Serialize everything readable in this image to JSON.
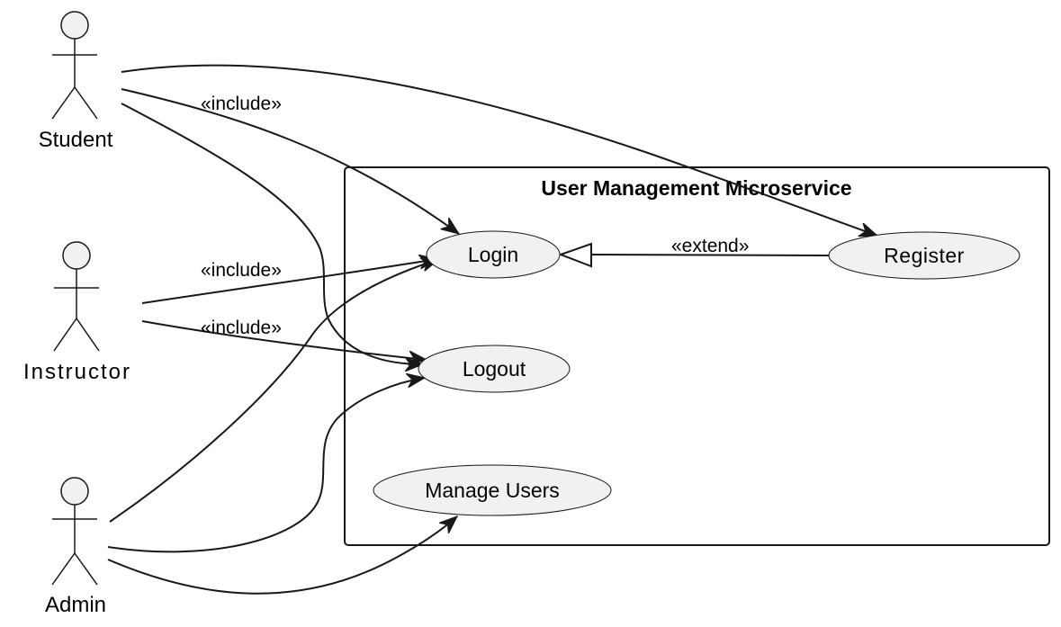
{
  "diagram": {
    "boundary": {
      "title": "User Management Microservice"
    },
    "actors": {
      "student": "Student",
      "instructor": "Instructor",
      "admin": "Admin"
    },
    "usecases": {
      "login": "Login",
      "register": "Register",
      "logout": "Logout",
      "manage_users": "Manage Users"
    },
    "stereotypes": {
      "student_login": "«include»",
      "instructor_login": "«include»",
      "instructor_logout": "«include»",
      "register_login": "«extend»"
    }
  }
}
